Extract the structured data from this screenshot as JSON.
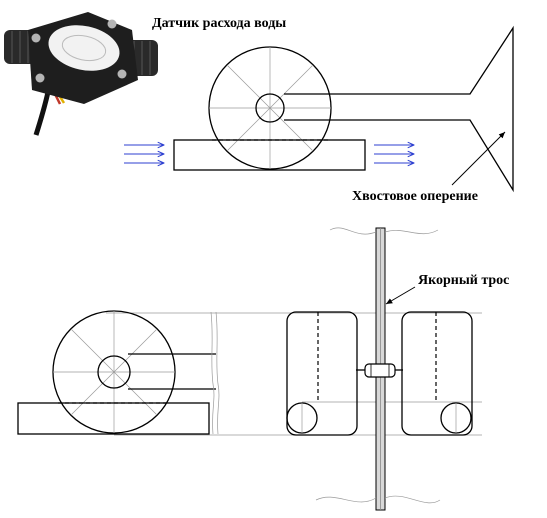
{
  "labels": {
    "sensor_title": "Датчик расхода воды",
    "tail_label": "Хвостовое оперение",
    "cable_label": "Якорный трос"
  },
  "colors": {
    "flow_arrows": "#2c3fd0",
    "line": "#000000",
    "guide": "#9a9a9a",
    "sensor_body": "#1e1e1e",
    "sensor_label": "#f2f2f2"
  },
  "icons": {
    "sensor_photo": "water-flow-sensor-icon"
  }
}
